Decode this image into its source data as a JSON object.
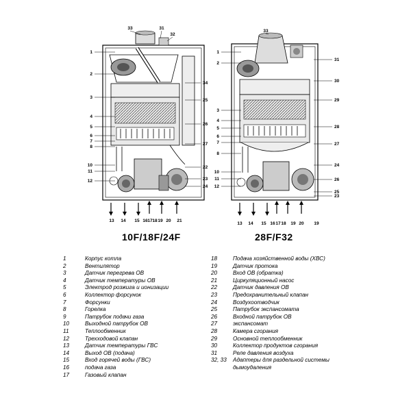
{
  "captions": {
    "left": "10F/18F/24F",
    "right": "28F/F32"
  },
  "left_callouts": {
    "left": [
      "1",
      "2",
      "3",
      "4",
      "5",
      "6",
      "7",
      "8",
      "10",
      "11",
      "12"
    ],
    "right": [
      "34",
      "25",
      "26",
      "27",
      "22",
      "23",
      "24"
    ],
    "top": [
      "33",
      "31",
      "32"
    ],
    "bottom": [
      "13",
      "14",
      "15",
      "16",
      "17",
      "18",
      "19",
      "20",
      "21"
    ]
  },
  "right_callouts": {
    "left": [
      "1",
      "2",
      "3",
      "4",
      "5",
      "6",
      "7",
      "8",
      "10",
      "11",
      "12"
    ],
    "right": [
      "31",
      "30",
      "29",
      "28",
      "27",
      "24",
      "26",
      "25",
      "23"
    ],
    "top": [
      "33"
    ],
    "bottom": [
      "13",
      "14",
      "15",
      "16",
      "17",
      "18",
      "19",
      "20",
      "19"
    ]
  },
  "legend_left": [
    {
      "n": "1",
      "t": "Корпус котла"
    },
    {
      "n": "2",
      "t": "Вентилятор"
    },
    {
      "n": "3",
      "t": "Датчик перегрева ОВ"
    },
    {
      "n": "4",
      "t": "Датчик температуры ОВ"
    },
    {
      "n": "5",
      "t": "Электрод розжига и ионизации"
    },
    {
      "n": "6",
      "t": "Коллектор форсунок"
    },
    {
      "n": "7",
      "t": "Форсунки"
    },
    {
      "n": "8",
      "t": "Горелка"
    },
    {
      "n": "9",
      "t": "Патрубок подачи газа"
    },
    {
      "n": "10",
      "t": "Выходной патрубок ОВ"
    },
    {
      "n": "11",
      "t": "Теплообменник"
    },
    {
      "n": "12",
      "t": "Трехходовой клапан"
    },
    {
      "n": "13",
      "t": "Датчик температуры ГВС"
    },
    {
      "n": "14",
      "t": "Выход ОВ (подача)"
    },
    {
      "n": "15",
      "t": "Вход горячей воды (ГВС)"
    },
    {
      "n": "16",
      "t": "подача газа"
    },
    {
      "n": "17",
      "t": "Газовый клапан"
    }
  ],
  "legend_right": [
    {
      "n": "18",
      "t": "Подача хозяйственной воды (ХВС)"
    },
    {
      "n": "19",
      "t": "Датчик протока"
    },
    {
      "n": "20",
      "t": "Вход ОВ (обратка)"
    },
    {
      "n": "21",
      "t": "Циркуляционный насос"
    },
    {
      "n": "22",
      "t": "Датчик давления ОВ"
    },
    {
      "n": "23",
      "t": "Предохранительный клапан"
    },
    {
      "n": "24",
      "t": "Воздухоотводчик"
    },
    {
      "n": "25",
      "t": "Патрубок экспансомата"
    },
    {
      "n": "26",
      "t": "Входной патрубок ОВ"
    },
    {
      "n": "27",
      "t": "экспансомат"
    },
    {
      "n": "28",
      "t": "Камера сгорания"
    },
    {
      "n": "29",
      "t": "Основной теплообменник"
    },
    {
      "n": "30",
      "t": "Коллектор продуктов сгорания"
    },
    {
      "n": "31",
      "t": "Реле давления воздуха"
    },
    {
      "n": "32, 33",
      "t": "Адаптеры для раздельной системы"
    }
  ],
  "legend_right_cont": "дымоудаления"
}
